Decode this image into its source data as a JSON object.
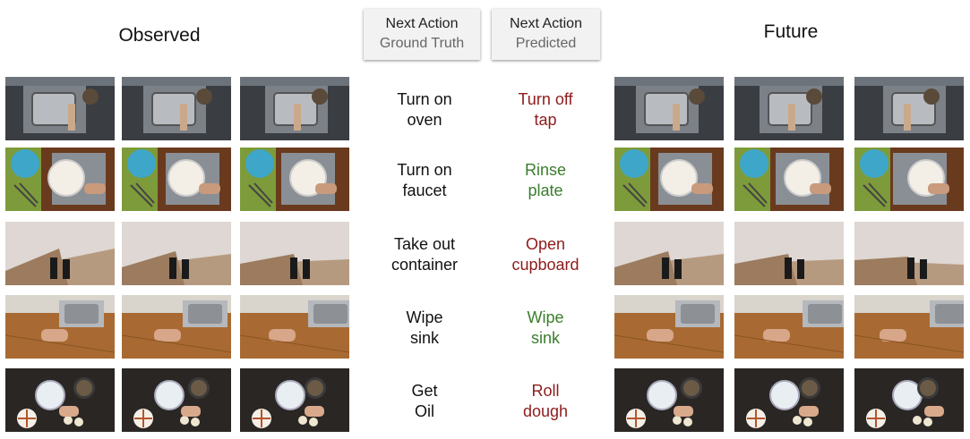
{
  "headers": {
    "observed": "Observed",
    "future": "Future"
  },
  "columns": {
    "ground_truth": {
      "line1": "Next Action",
      "line2": "Ground Truth"
    },
    "predicted": {
      "line1": "Next Action",
      "line2": "Predicted"
    }
  },
  "rows": [
    {
      "gt": [
        "Turn on",
        "oven"
      ],
      "pred": [
        "Turn off",
        "tap"
      ],
      "correct": false,
      "scene": "kitchen-sink-top"
    },
    {
      "gt": [
        "Turn on",
        "faucet"
      ],
      "pred": [
        "Rinse",
        "plate"
      ],
      "correct": true,
      "scene": "plate-washing"
    },
    {
      "gt": [
        "Take out",
        "container"
      ],
      "pred": [
        "Open",
        "cupboard"
      ],
      "correct": false,
      "scene": "cupboard-floor"
    },
    {
      "gt": [
        "Wipe",
        "sink"
      ],
      "pred": [
        "Wipe",
        "sink"
      ],
      "correct": true,
      "scene": "sink-wiping"
    },
    {
      "gt": [
        "Get",
        "Oil"
      ],
      "pred": [
        "Roll",
        "dough"
      ],
      "correct": false,
      "scene": "dough-rolling"
    }
  ],
  "colors": {
    "correct": "#3a7d2c",
    "incorrect": "#8e1b1b"
  }
}
